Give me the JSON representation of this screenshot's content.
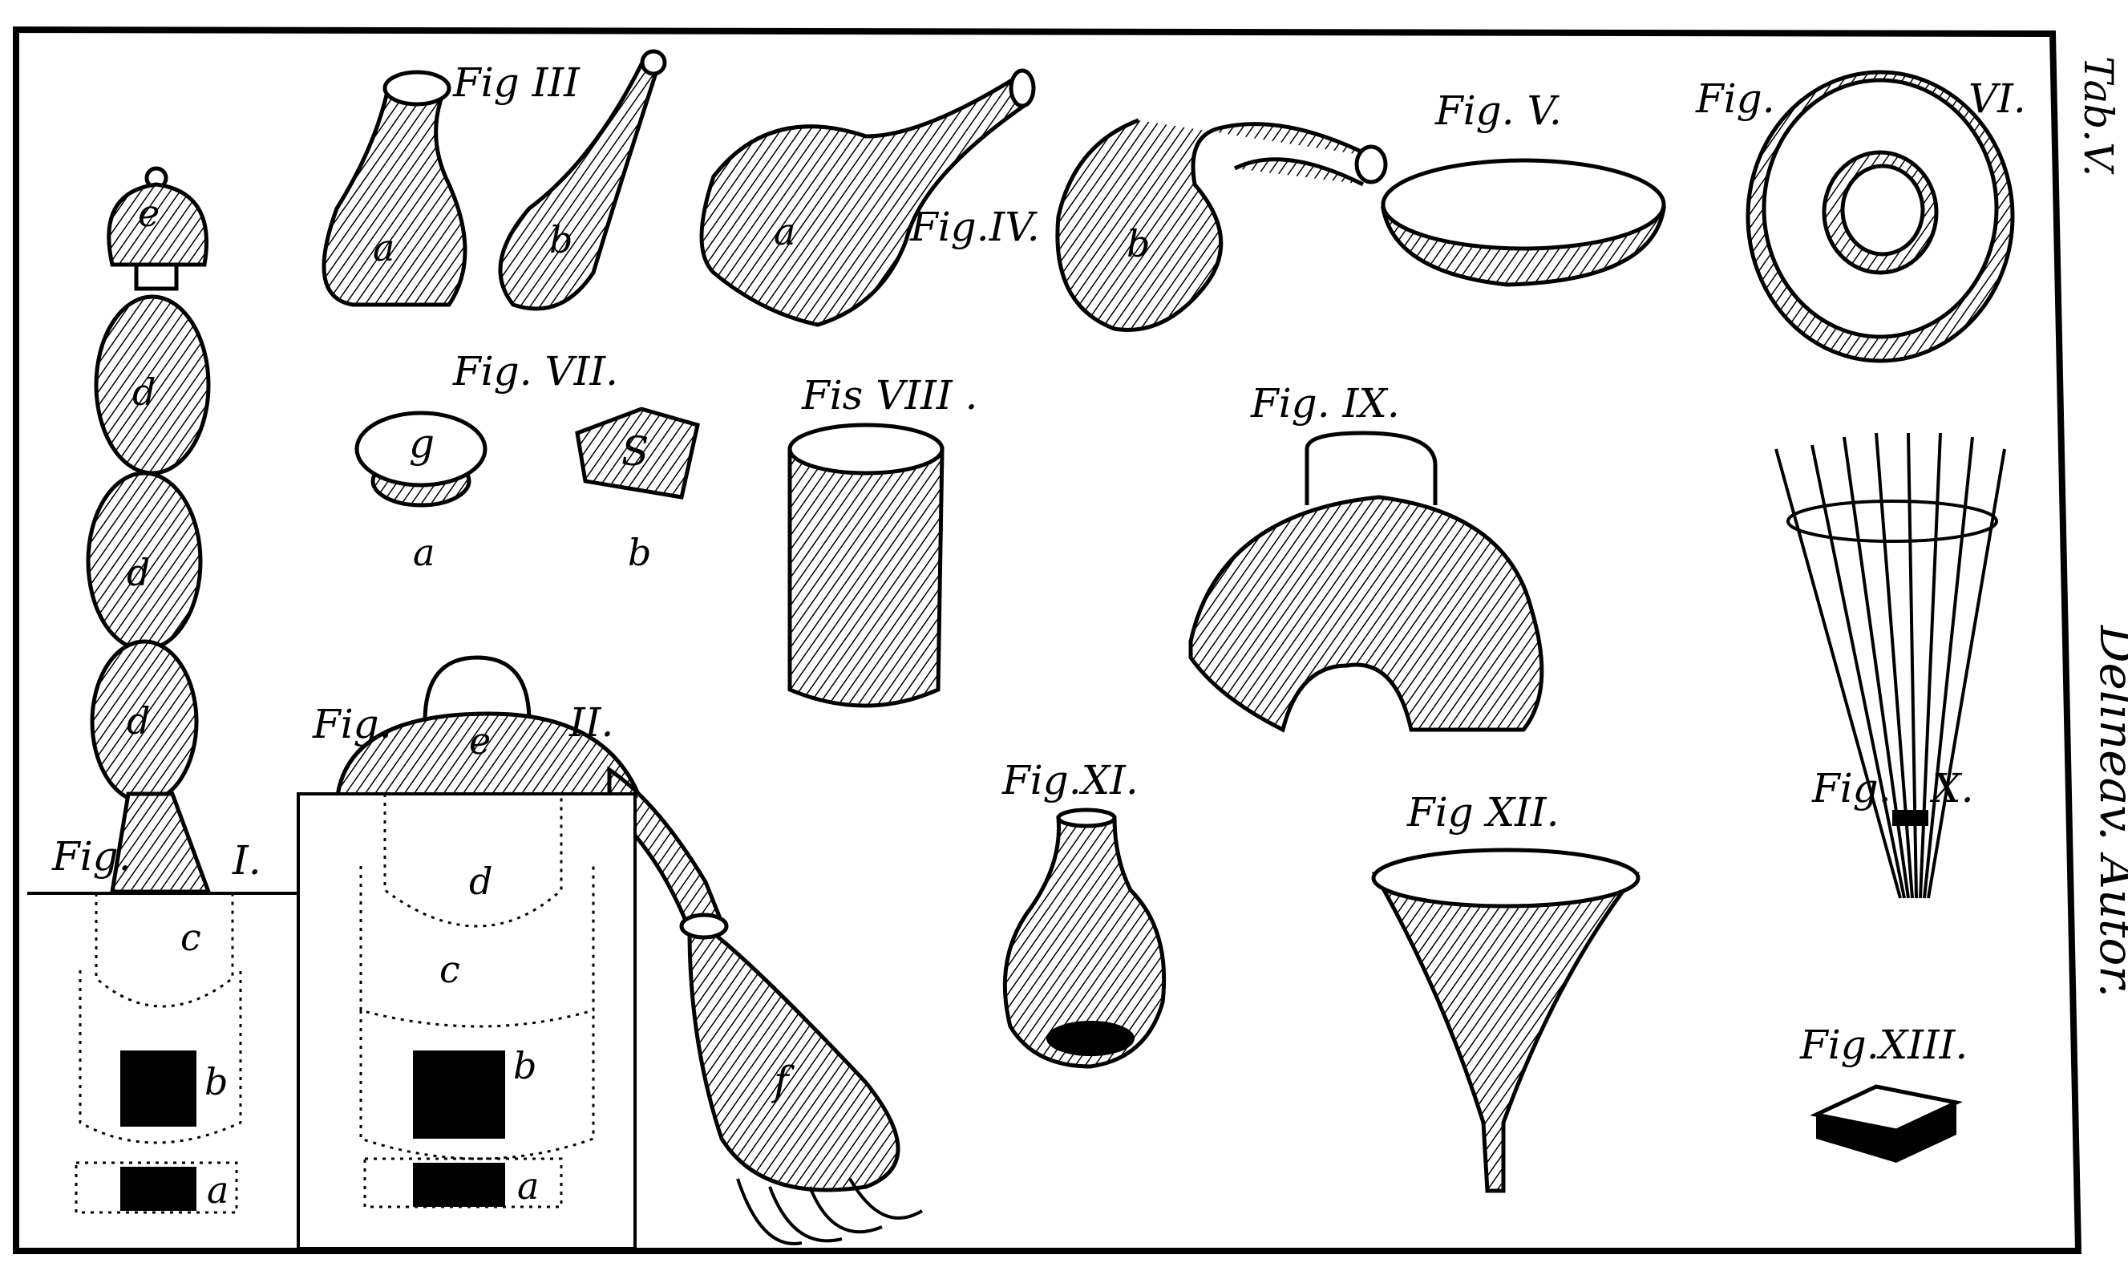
{
  "plate": {
    "table_label": "Tab.V.",
    "credit": "Delineav. Autor.",
    "ink_color": "#000000",
    "paper_color": "#ffffff"
  },
  "figures": {
    "fig1": {
      "fig": "Fig.",
      "num": "I.",
      "letters": {
        "e": "e",
        "d1": "d",
        "d2": "d",
        "d3": "d",
        "c": "c",
        "b": "b",
        "a": "a"
      }
    },
    "fig2": {
      "fig": "Fig.",
      "num": "II.",
      "letters": {
        "e": "e",
        "d": "d",
        "c": "c",
        "b": "b",
        "a": "a",
        "f": "f"
      }
    },
    "fig3": {
      "label": "Fig III",
      "letters": {
        "a": "a",
        "b": "b"
      }
    },
    "fig4": {
      "label": "Fig.IV.",
      "letters": {
        "a": "a",
        "b": "b"
      }
    },
    "fig5": {
      "label": "Fig. V."
    },
    "fig6": {
      "fig": "Fig.",
      "num": "VI."
    },
    "fig7": {
      "label": "Fig. VII.",
      "letters": {
        "a": "a",
        "b": "b",
        "g": "g",
        "s": "S"
      }
    },
    "fig8": {
      "label": "Fis VIII ."
    },
    "fig9": {
      "label": "Fig. IX."
    },
    "fig10": {
      "fig": "Fig.",
      "num": "X."
    },
    "fig11": {
      "label": "Fig.XI."
    },
    "fig12": {
      "label": "Fig XII."
    },
    "fig13": {
      "label": "Fig.XIII."
    }
  }
}
